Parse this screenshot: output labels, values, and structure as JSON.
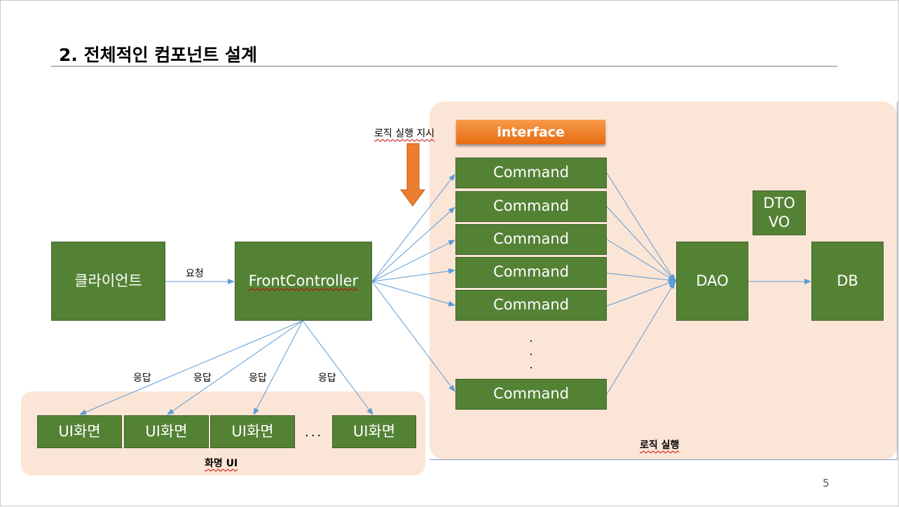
{
  "slide": {
    "title": "2. 전체적인 컴포넌트 설계",
    "page_number": "5"
  },
  "nodes": {
    "client": "클라이언트",
    "front_controller": "FrontController",
    "interface": "interface",
    "commands": [
      "Command",
      "Command",
      "Command",
      "Command",
      "Command",
      "Command"
    ],
    "dao": "DAO",
    "dto_line1": "DTO",
    "dto_line2": "VO",
    "db": "DB",
    "ui_screens": [
      "UI화면",
      "UI화면",
      "UI화면",
      "UI화면"
    ]
  },
  "labels": {
    "request": "요청",
    "responses": [
      "응답",
      "응답",
      "응답",
      "응답"
    ],
    "logic_instruction": "로직 실행 지시",
    "logic_region": "로직 실행",
    "ui_region": "화명 UI",
    "vertical_dots": ". . .",
    "horizontal_dots": "..."
  },
  "colors": {
    "box_fill": "#548235",
    "region_fill": "#fbe5d6",
    "connector": "#5b9bd5",
    "interface_fill": "#ed7d31"
  }
}
